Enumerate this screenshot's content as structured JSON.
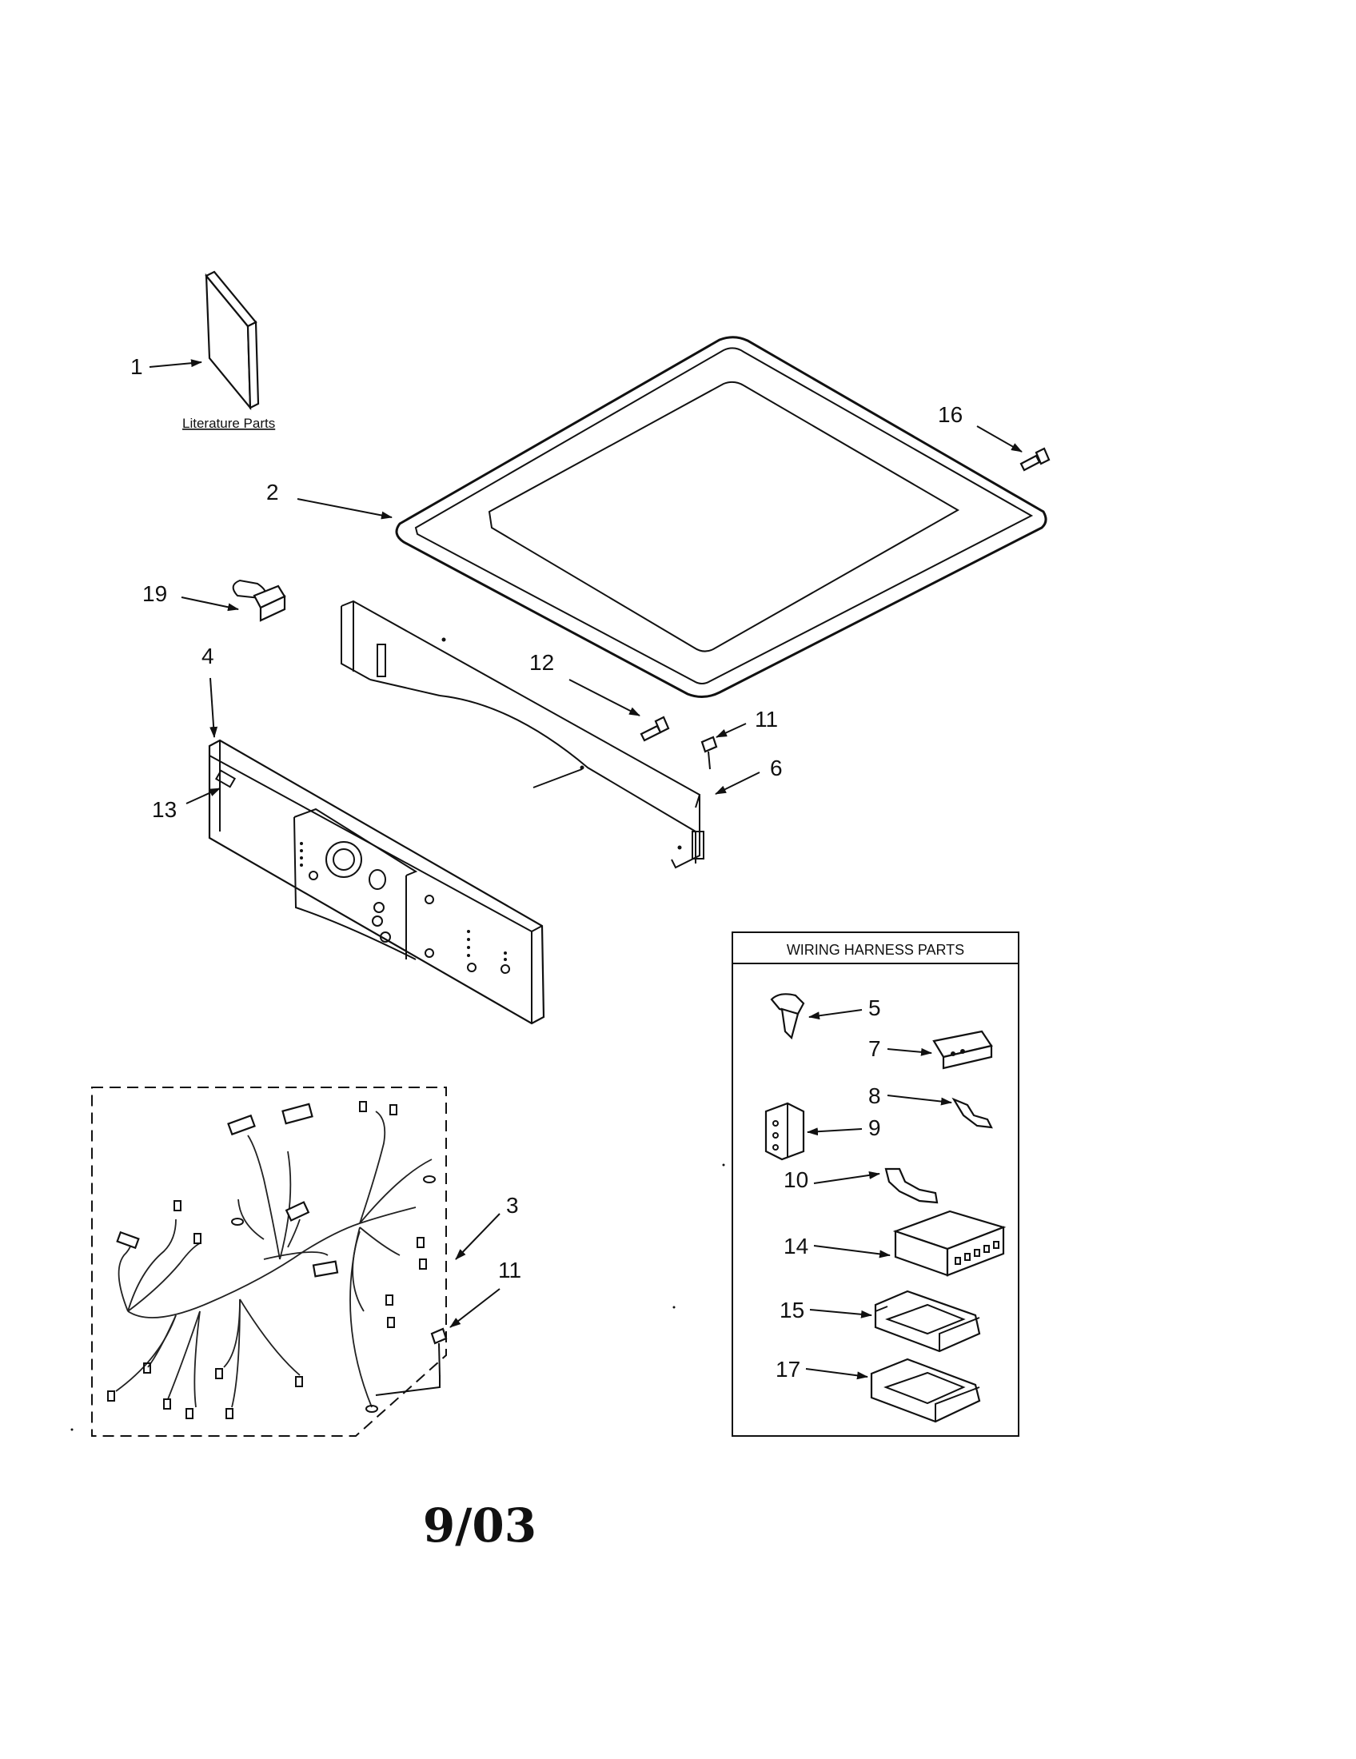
{
  "callouts": {
    "c1": "1",
    "c2": "2",
    "c3": "3",
    "c4": "4",
    "c5": "5",
    "c6": "6",
    "c7": "7",
    "c8": "8",
    "c9": "9",
    "c10": "10",
    "c11a": "11",
    "c11b": "11",
    "c12": "12",
    "c13": "13",
    "c14": "14",
    "c15": "15",
    "c16": "16",
    "c17": "17",
    "c19": "19"
  },
  "literature_label": "Literature Parts",
  "wiring_box_title": "WIRING HARNESS PARTS",
  "date_code": "9/03"
}
